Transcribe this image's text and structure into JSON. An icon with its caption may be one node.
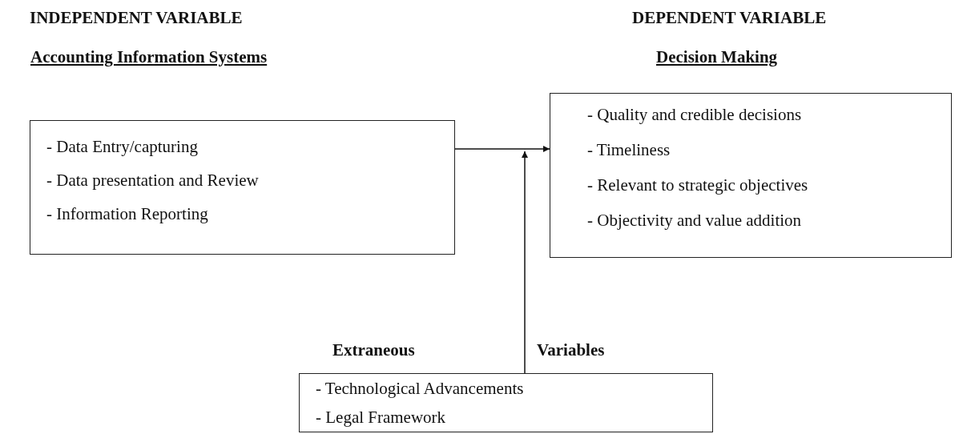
{
  "diagram": {
    "nodes": [
      {
        "text": [
          "Accounting Information Systems",
          "- Data Entry/capturing",
          "- Data presentation and Review",
          "- Information Reporting"
        ]
      },
      {
        "text": [
          "Decision Making",
          "- Quality and credible decisions",
          "- Timeliness",
          "- Relevant to strategic objectives",
          "- Objectivity and value addition"
        ]
      },
      {
        "text": [
          "Extraneous",
          "Variables",
          "- Technological Advancements",
          "- Legal Framework"
        ]
      }
    ],
    "edges": [
      {
        "from": 0,
        "to": 1,
        "arrow": "to"
      },
      {
        "from": 2,
        "to": null,
        "arrow": "to"
      }
    ],
    "labels": [
      "INDEPENDENT VARIABLE",
      "DEPENDENT VARIABLE"
    ]
  }
}
